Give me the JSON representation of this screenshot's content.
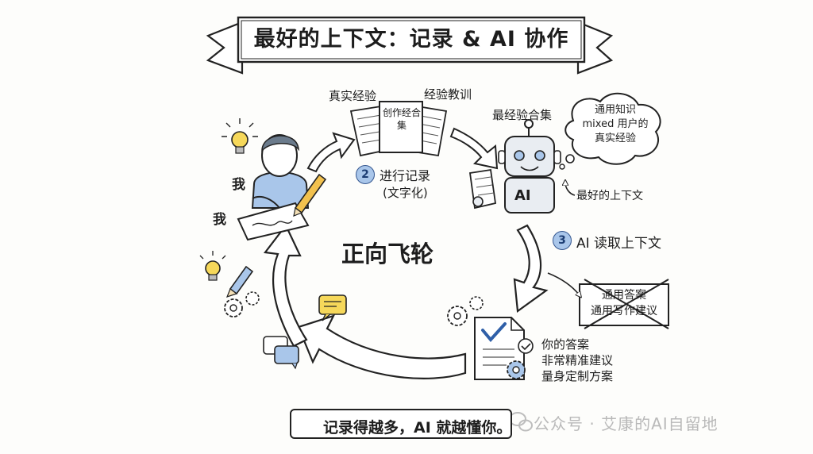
{
  "title": "最好的上下文：记录 & AI 协作",
  "center_label": "正向飞轮",
  "left_labels": {
    "me_1": "我",
    "me_2": "我"
  },
  "docs": {
    "label_real": "真实经验",
    "label_lessons": "经验教训",
    "center_doc": "创作经合集"
  },
  "step2": {
    "number": "2",
    "line1": "进行记录",
    "line2": "(文字化)"
  },
  "step3": {
    "number": "3",
    "text": "AI 读取上下文"
  },
  "robot": {
    "top_label": "最经验合集",
    "badge": "AI",
    "context_label": "最好的上下文",
    "thought_line1": "通用知识",
    "thought_line2": "mixed 用户的",
    "thought_line3": "真实经验"
  },
  "rejected": {
    "line1": "通用答案",
    "line2": "通用写作建议"
  },
  "result": {
    "line1": "你的答案",
    "line2": "非常精准建议",
    "line3": "量身定制方案"
  },
  "bottom_tagline": "记录得越多，AI 就越懂你。",
  "watermark": "公众号 · 艾康的AI自留地",
  "colors": {
    "accent_blue": "#a9c6ea",
    "bulb_yellow": "#f6d85a",
    "pencil_yellow": "#f2c14e",
    "ink": "#1d1d1d"
  }
}
